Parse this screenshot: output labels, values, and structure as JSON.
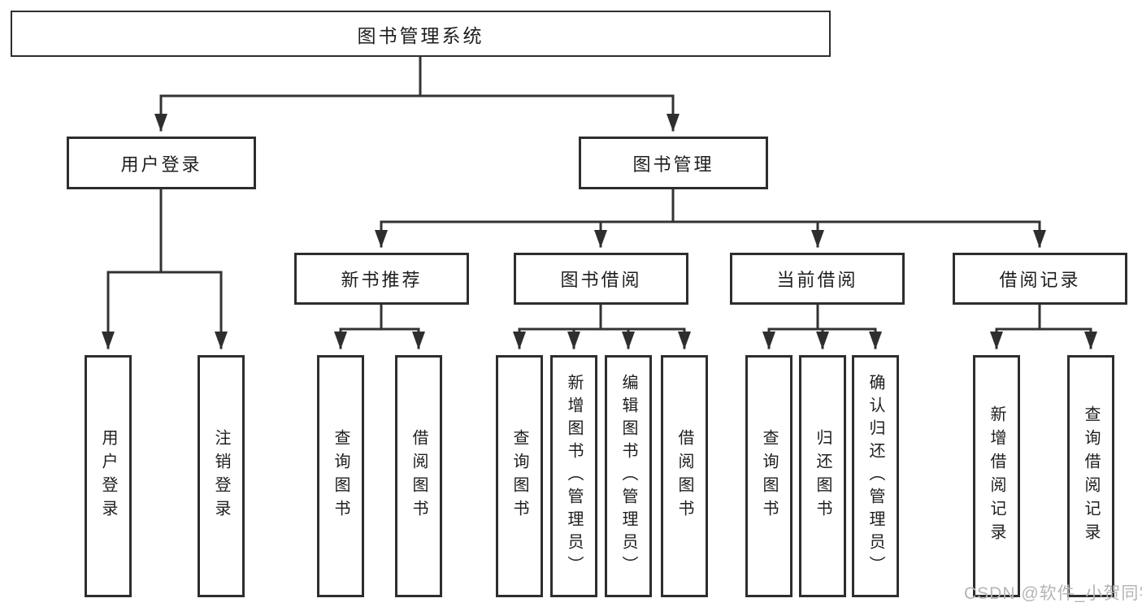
{
  "diagram": {
    "title": "图书管理系统",
    "branches": [
      {
        "label": "用户登录",
        "children": [
          {
            "label": "用户登录"
          },
          {
            "label": "注销登录"
          }
        ]
      },
      {
        "label": "图书管理",
        "children": [
          {
            "label": "新书推荐",
            "children": [
              {
                "label": "查询图书"
              },
              {
                "label": "借阅图书"
              }
            ]
          },
          {
            "label": "图书借阅",
            "children": [
              {
                "label": "查询图书"
              },
              {
                "label": "新增图书（管理员）"
              },
              {
                "label": "编辑图书（管理员）"
              },
              {
                "label": "借阅图书"
              }
            ]
          },
          {
            "label": "当前借阅",
            "children": [
              {
                "label": "查询图书"
              },
              {
                "label": "归还图书"
              },
              {
                "label": "确认归还（管理员）"
              }
            ]
          },
          {
            "label": "借阅记录",
            "children": [
              {
                "label": "新增借阅记录"
              },
              {
                "label": "查询借阅记录"
              }
            ]
          }
        ]
      }
    ]
  },
  "watermark": {
    "text": "CSDN @软件_小贺同学"
  },
  "colors": {
    "line": "#333333",
    "border": "#2e2e2e",
    "text": "#1e1e1e",
    "watermark": "#b5b5b5",
    "background": "#ffffff"
  }
}
